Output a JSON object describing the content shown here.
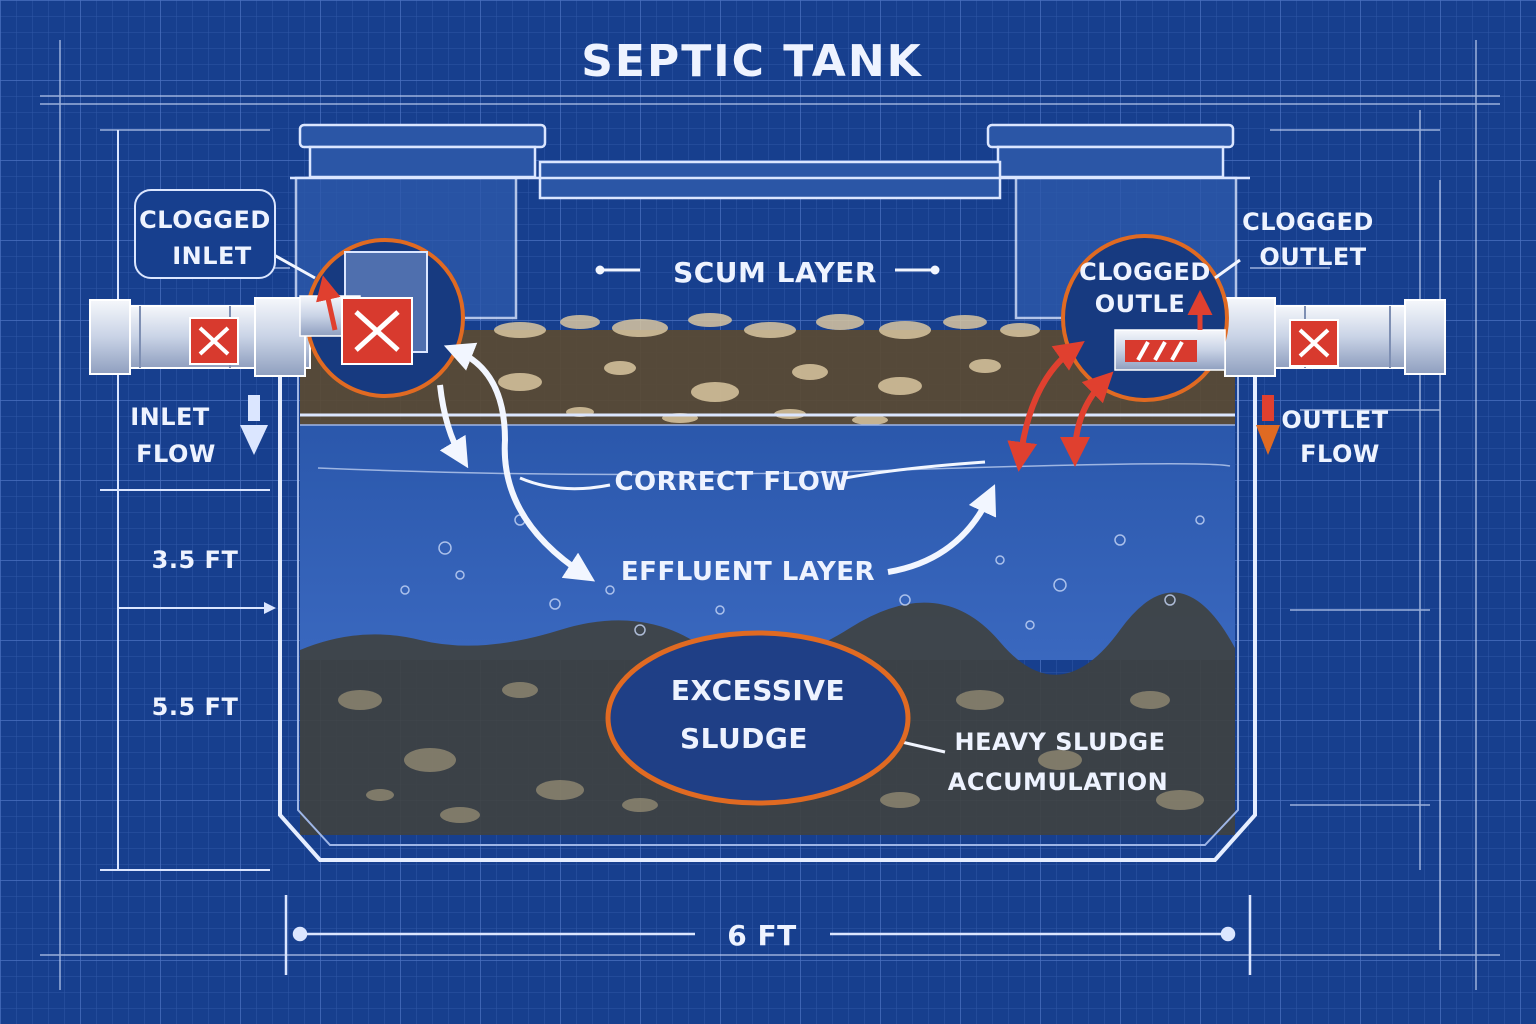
{
  "title": "SEPTIC TANK",
  "labels": {
    "scum_layer": "SCUM LAYER",
    "correct_flow": "CORRECT FLOW",
    "effluent_layer": "EFFLUENT LAYER",
    "excessive_sludge_line1": "EXCESSIVE",
    "excessive_sludge_line2": "SLUDGE",
    "heavy_sludge_line1": "HEAVY SLUDGE",
    "heavy_sludge_line2": "ACCUMULATION",
    "clogged_inlet_line1": "CLOGGED",
    "clogged_inlet_line2": "INLET",
    "clogged_outlet_line1": "CLOGGED",
    "clogged_outlet_line2": "OUTLET",
    "clogged_outle_line1": "CLOGGED",
    "clogged_outle_line2": "OUTLE",
    "inlet_flow_line1": "INLET",
    "inlet_flow_line2": "FLOW",
    "outlet_flow_line1": "OUTLET",
    "outlet_flow_line2": "FLOW"
  },
  "dimensions": {
    "height_upper": "3.5 FT",
    "height_lower": "5.5 FT",
    "width": "6 FT"
  },
  "colors": {
    "background": "#173f8e",
    "grid": "#3c63b4",
    "line": "#dbe6ff",
    "effluent": "#2c5bb0",
    "scum": "#6f5a3a",
    "sludge": "#4b4a45",
    "highlight_orange": "#e06a22",
    "alert_red": "#d83a2e"
  },
  "icons": {
    "clog_marker": "x-mark-icon",
    "flow_arrow": "arrow-icon"
  }
}
